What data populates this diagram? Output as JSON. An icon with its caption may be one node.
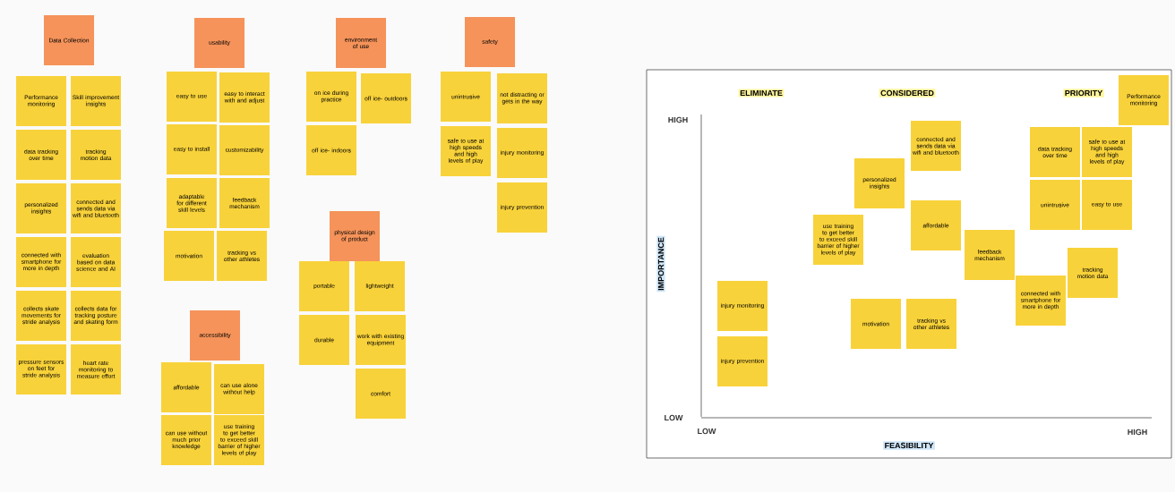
{
  "diagram": {
    "nodes": [
      {
        "text": [
          "Data Collection"
        ]
      },
      {
        "text": [
          "Performance monitoring"
        ]
      },
      {
        "text": [
          "Skill improvement insights"
        ]
      },
      {
        "text": [
          "data tracking over time"
        ]
      },
      {
        "text": [
          "tracking motion data"
        ]
      },
      {
        "text": [
          "personalized insights"
        ]
      },
      {
        "text": [
          "connected and sends data via wifi and bluetooth"
        ]
      },
      {
        "text": [
          "connected with smartphone for more in depth"
        ]
      },
      {
        "text": [
          "evaluation based on data science and AI"
        ]
      },
      {
        "text": [
          "collects skate movements for stride analysis"
        ]
      },
      {
        "text": [
          "collects data for tracking posture and skating form"
        ]
      },
      {
        "text": [
          "pressure sensors on feet for stride analysis"
        ]
      },
      {
        "text": [
          "heart rate monitoring to measure effort"
        ]
      },
      {
        "text": [
          "usability"
        ]
      },
      {
        "text": [
          "easy to use"
        ]
      },
      {
        "text": [
          "easy to interact with and adjust"
        ]
      },
      {
        "text": [
          "easy to install"
        ]
      },
      {
        "text": [
          "customizability"
        ]
      },
      {
        "text": [
          "adaptable for different skill levels"
        ]
      },
      {
        "text": [
          "feedback mechanism"
        ]
      },
      {
        "text": [
          "motivation"
        ]
      },
      {
        "text": [
          "tracking vs other athletes"
        ]
      },
      {
        "text": [
          "accessibility"
        ]
      },
      {
        "text": [
          "affordable"
        ]
      },
      {
        "text": [
          "can use alone without help"
        ]
      },
      {
        "text": [
          "can use without much prior knowledge"
        ]
      },
      {
        "text": [
          "use training to get better to exceed skill barrier of higher levels of play"
        ]
      },
      {
        "text": [
          "environment of use"
        ]
      },
      {
        "text": [
          "on ice during practice"
        ]
      },
      {
        "text": [
          "off ice- outdoors"
        ]
      },
      {
        "text": [
          "off ice- indoors"
        ]
      },
      {
        "text": [
          "physical design of product"
        ]
      },
      {
        "text": [
          "portable"
        ]
      },
      {
        "text": [
          "lightweight"
        ]
      },
      {
        "text": [
          "durable"
        ]
      },
      {
        "text": [
          "work with existing equipment"
        ]
      },
      {
        "text": [
          "comfort"
        ]
      },
      {
        "text": [
          "safety"
        ]
      },
      {
        "text": [
          "unintrusive"
        ]
      },
      {
        "text": [
          "not distracting or gets in the way"
        ]
      },
      {
        "text": [
          "safe to use at high speeds and high levels of play"
        ]
      },
      {
        "text": [
          "injury monitoring"
        ]
      },
      {
        "text": [
          "injury prevention"
        ]
      },
      {
        "text": [],
        "shape": "box"
      },
      {
        "text": [
          "Performance monitoring"
        ],
        "in": 43
      },
      {
        "text": [
          "data tracking over time"
        ],
        "in": 43
      },
      {
        "text": [
          "safe to use at high speeds and high levels of play"
        ],
        "in": 43
      },
      {
        "text": [
          "connected and sends data via wifi and bluetooth"
        ],
        "in": 43
      },
      {
        "text": [
          "personalized insights"
        ],
        "in": 43
      },
      {
        "text": [
          "unintrusive"
        ],
        "in": 43
      },
      {
        "text": [
          "easy to use"
        ],
        "in": 43
      },
      {
        "text": [
          "affordable"
        ],
        "in": 43
      },
      {
        "text": [
          "use training to get better to exceed skill barrier of higher levels of play"
        ],
        "in": 43
      },
      {
        "text": [
          "feedback mechanism"
        ],
        "in": 43
      },
      {
        "text": [
          "tracking motion data"
        ],
        "in": 43
      },
      {
        "text": [
          "connected with smartphone for more in depth"
        ],
        "in": 43
      },
      {
        "text": [
          "injury monitoring"
        ],
        "in": 43
      },
      {
        "text": [
          "motivation"
        ],
        "in": 43
      },
      {
        "text": [
          "tracking vs other athletes"
        ],
        "in": 43
      },
      {
        "text": [
          "injury prevention"
        ],
        "in": 43
      }
    ],
    "labels": [
      "ELIMINATE",
      "CONSIDERED",
      "PRIORITY",
      "HIGH",
      "IMPORTANCE",
      "LOW",
      "LOW",
      "FEASIBILITY",
      "HIGH"
    ]
  }
}
